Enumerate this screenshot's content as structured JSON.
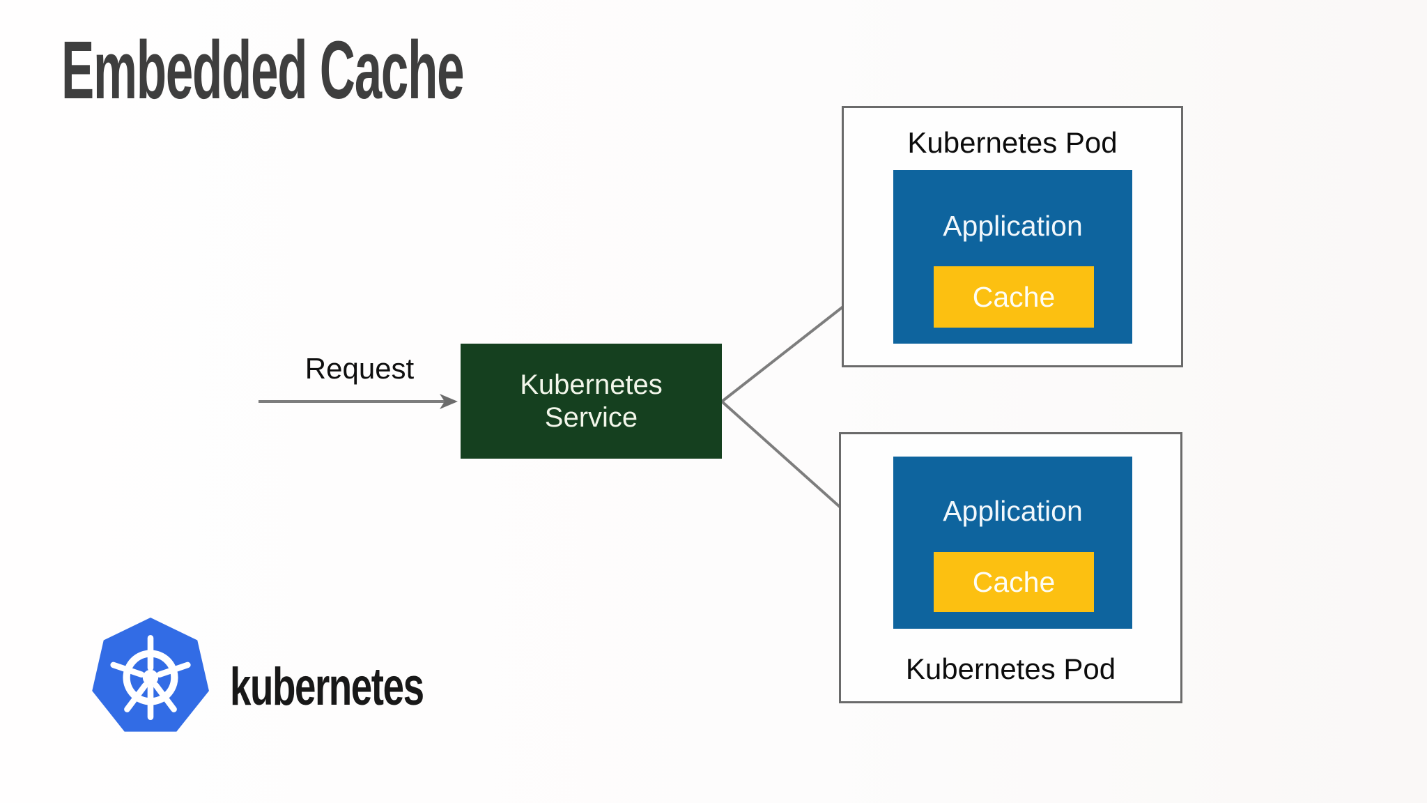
{
  "slide": {
    "title": "Embedded Cache"
  },
  "diagram": {
    "request_label": "Request",
    "service_label": "Kubernetes Service",
    "pods": [
      {
        "label": "Kubernetes Pod",
        "application_label": "Application",
        "cache_label": "Cache"
      },
      {
        "label": "Kubernetes Pod",
        "application_label": "Application",
        "cache_label": "Cache"
      }
    ]
  },
  "footer_logo": {
    "wordmark": "kubernetes"
  },
  "colors": {
    "service_green": "#15401f",
    "application_blue": "#0e649e",
    "cache_yellow": "#fcc011",
    "kubernetes_blue": "#326ce5",
    "arrow_gray": "#7d7d7d",
    "pod_border_gray": "#6a6a6a",
    "title_gray": "#3e3e3e"
  }
}
